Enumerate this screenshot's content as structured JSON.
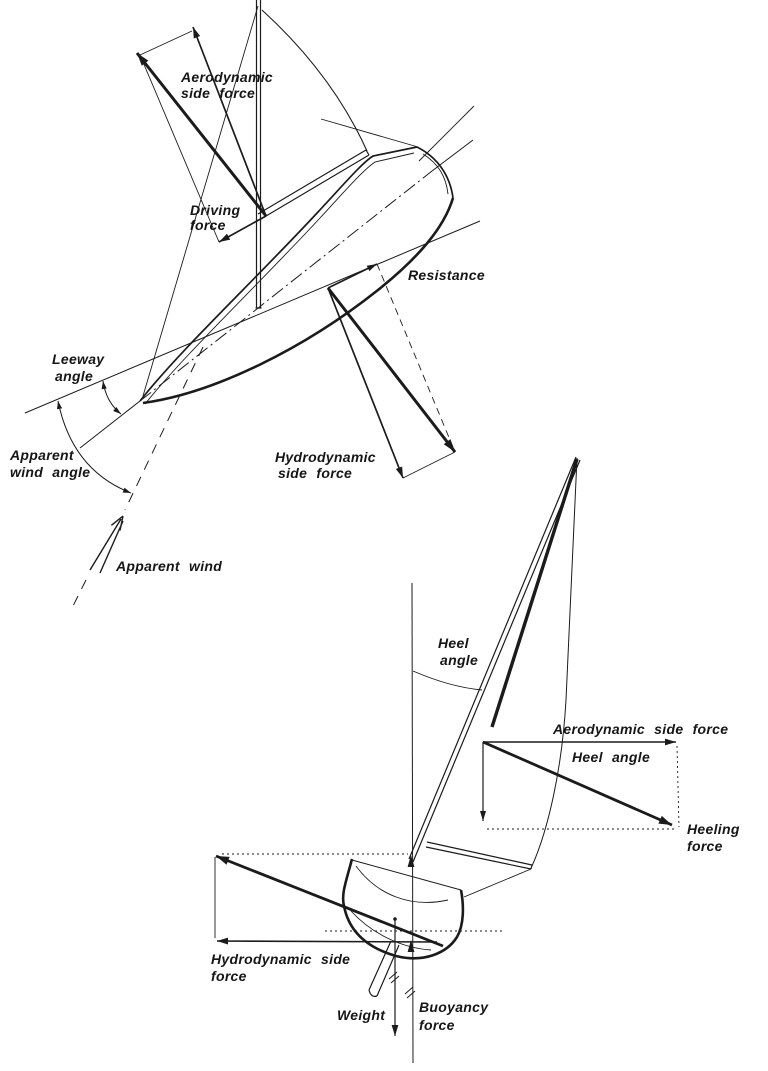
{
  "figure": {
    "description_colors": {
      "ink": "#1b1b1b",
      "background": "#ffffff"
    }
  },
  "top_view": {
    "aerodynamic_side_force": [
      "Aerodynamic",
      "side force"
    ],
    "driving_force": [
      "Driving",
      "force"
    ],
    "resistance": "Resistance",
    "leeway_angle": [
      "Leeway",
      "angle"
    ],
    "apparent_wind_angle": [
      "Apparent",
      "wind angle"
    ],
    "apparent_wind": "Apparent wind",
    "hydrodynamic_side_force": [
      "Hydrodynamic",
      "side force"
    ]
  },
  "side_view": {
    "heel_angle_mast": [
      "Heel",
      "angle"
    ],
    "aerodynamic_side_force": "Aerodynamic side force",
    "heel_angle_vector": "Heel angle",
    "heeling_force": [
      "Heeling",
      "force"
    ],
    "hydrodynamic_side_force": [
      "Hydrodynamic side",
      "force"
    ],
    "weight": "Weight",
    "buoyancy_force": [
      "Buoyancy",
      "force"
    ]
  }
}
